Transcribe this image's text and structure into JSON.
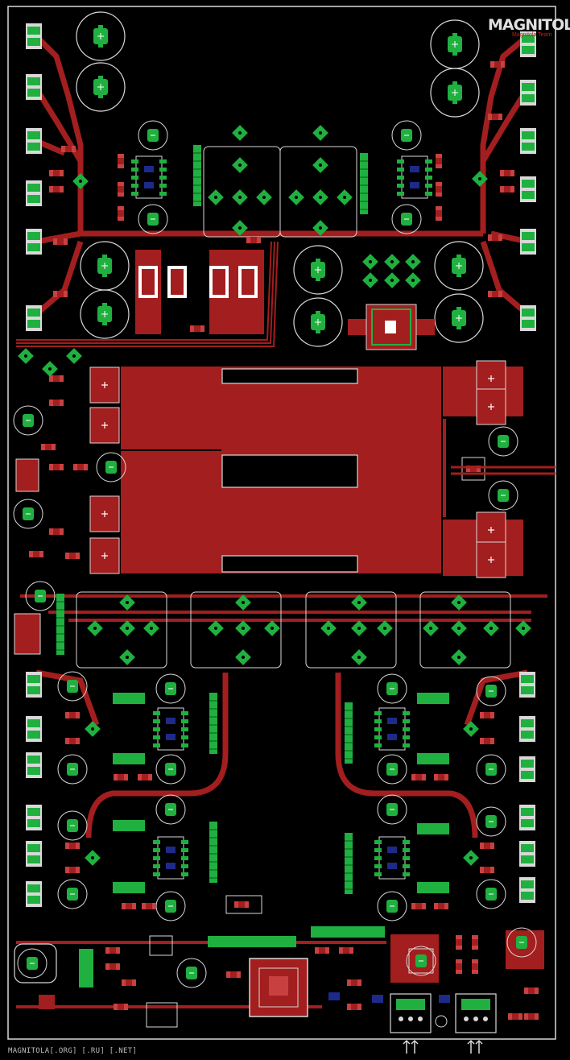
{
  "image": {
    "type": "pcb-layout",
    "colors": {
      "background": "#000000",
      "copper": "#a31e1e",
      "pad": "#20b040",
      "silkscreen": "#d8d8d8",
      "via": "#1e2a8a",
      "window": "#000000"
    }
  },
  "logo": {
    "main": "MAGNITOLA",
    "sub": "Magnitola Team"
  },
  "footer": {
    "text": "MAGNITOLA[.ORG] [.RU] [.NET]"
  },
  "icons": {
    "input_arrows": "double-up-arrow-icon"
  }
}
